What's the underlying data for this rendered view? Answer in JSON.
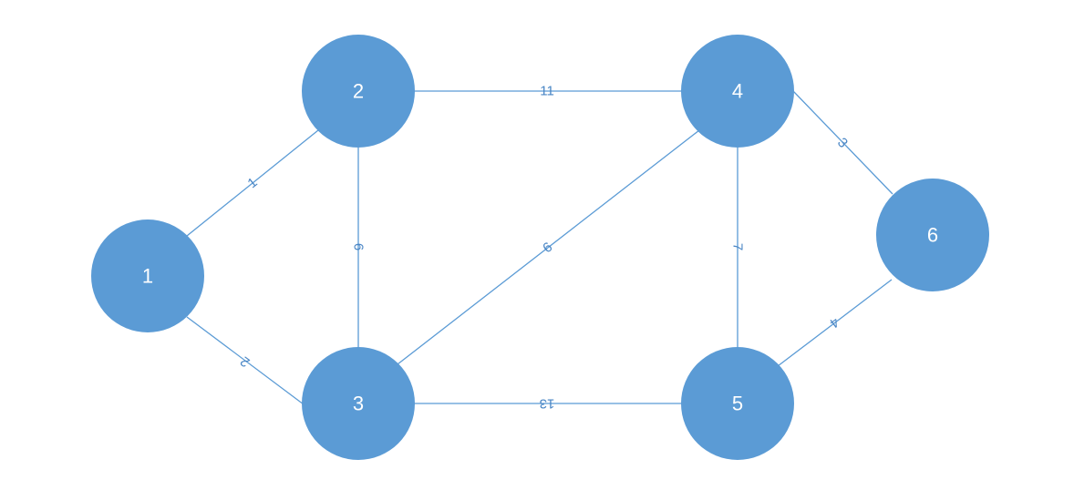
{
  "colors": {
    "node_fill": "#5B9BD5",
    "node_text": "#FFFFFF",
    "edge": "#5B9BD5",
    "edge_label": "#4A86C5",
    "background": "#FFFFFF"
  },
  "nodes": [
    {
      "id": "1",
      "label": "1"
    },
    {
      "id": "2",
      "label": "2"
    },
    {
      "id": "3",
      "label": "3"
    },
    {
      "id": "4",
      "label": "4"
    },
    {
      "id": "5",
      "label": "5"
    },
    {
      "id": "6",
      "label": "6"
    }
  ],
  "edges": [
    {
      "from": "1",
      "to": "2",
      "weight": "1"
    },
    {
      "from": "1",
      "to": "3",
      "weight": "2"
    },
    {
      "from": "2",
      "to": "3",
      "weight": "6"
    },
    {
      "from": "2",
      "to": "4",
      "weight": "11"
    },
    {
      "from": "3",
      "to": "4",
      "weight": "9"
    },
    {
      "from": "3",
      "to": "5",
      "weight": "13"
    },
    {
      "from": "4",
      "to": "5",
      "weight": "7"
    },
    {
      "from": "4",
      "to": "6",
      "weight": "3"
    },
    {
      "from": "5",
      "to": "6",
      "weight": "4"
    }
  ]
}
